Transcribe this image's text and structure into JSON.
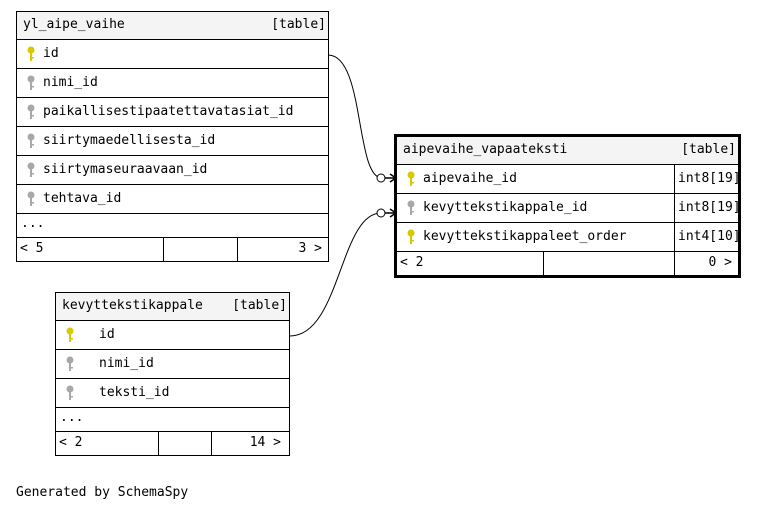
{
  "tables": {
    "yl_aipe_vaihe": {
      "name": "yl_aipe_vaihe",
      "kind": "[table]",
      "columns": [
        {
          "name": "id",
          "key": "primary"
        },
        {
          "name": "nimi_id",
          "key": "foreign"
        },
        {
          "name": "paikallisestipaatettavatasiat_id",
          "key": "foreign"
        },
        {
          "name": "siirtymaedellisesta_id",
          "key": "foreign"
        },
        {
          "name": "siirtymaseuraavaan_id",
          "key": "foreign"
        },
        {
          "name": "tehtava_id",
          "key": "foreign"
        }
      ],
      "more": "...",
      "parents": "< 5",
      "children": "3 >"
    },
    "aipevaihe_vapaateksti": {
      "name": "aipevaihe_vapaateksti",
      "kind": "[table]",
      "columns": [
        {
          "name": "aipevaihe_id",
          "key": "primary",
          "type": "int8[19]"
        },
        {
          "name": "kevyttekstikappale_id",
          "key": "foreign",
          "type": "int8[19]"
        },
        {
          "name": "kevyttekstikappaleet_order",
          "key": "primary",
          "type": "int4[10]"
        }
      ],
      "parents": "< 2",
      "children": "0 >"
    },
    "kevyttekstikappale": {
      "name": "kevyttekstikappale",
      "kind": "[table]",
      "columns": [
        {
          "name": "id",
          "key": "primary"
        },
        {
          "name": "nimi_id",
          "key": "foreign"
        },
        {
          "name": "teksti_id",
          "key": "foreign"
        }
      ],
      "more": "...",
      "parents": "< 2",
      "children": "14 >"
    }
  },
  "footer": "Generated by SchemaSpy",
  "colors": {
    "primary_key": "#d8c800",
    "foreign_key": "#a8a8a8",
    "header_bg": "#f4f4f4",
    "line": "#000000"
  }
}
